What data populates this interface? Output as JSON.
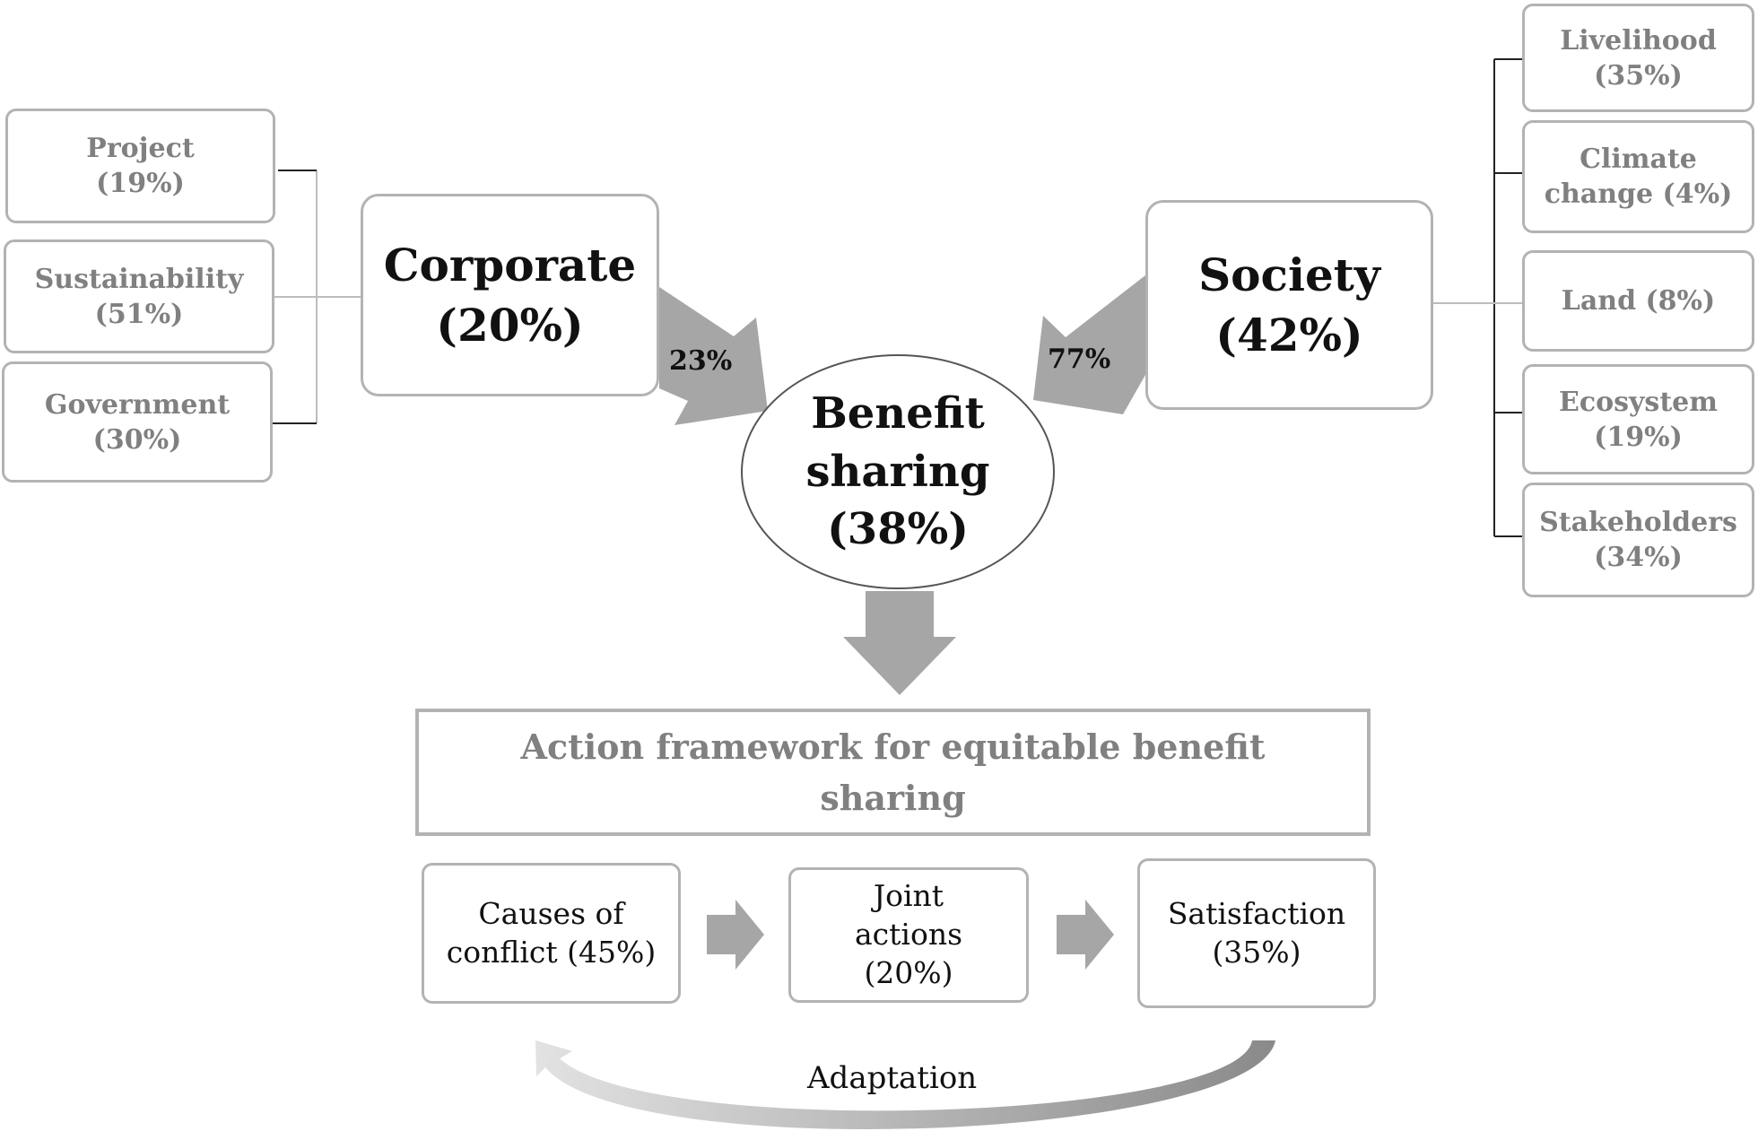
{
  "left_factors": [
    {
      "name": "Project",
      "value": "(19%)"
    },
    {
      "name": "Sustainability",
      "value": "(51%)"
    },
    {
      "name": "Government",
      "value": "(30%)"
    }
  ],
  "right_factors": [
    {
      "lines": [
        "Livelihood",
        "(35%)"
      ]
    },
    {
      "lines": [
        "Climate",
        "change (4%)"
      ]
    },
    {
      "lines": [
        "Land (8%)"
      ]
    },
    {
      "lines": [
        "Ecosystem",
        "(19%)"
      ]
    },
    {
      "lines": [
        "Stakeholders",
        "(34%)"
      ]
    }
  ],
  "corporate": {
    "name": "Corporate",
    "value": "(20%)",
    "contribution": "23%"
  },
  "society": {
    "name": "Society",
    "value": "(42%)",
    "contribution": "77%"
  },
  "benefit_sharing": {
    "lines": [
      "Benefit",
      "sharing",
      "(38%)"
    ]
  },
  "framework": {
    "lines": [
      "Action framework  for equitable benefit",
      "sharing"
    ]
  },
  "steps": [
    {
      "lines": [
        "Causes of",
        "conflict (45%)"
      ]
    },
    {
      "lines": [
        "Joint",
        "actions",
        "(20%)"
      ]
    },
    {
      "lines": [
        "Satisfaction",
        "(35%)"
      ]
    }
  ],
  "loop_label": "Adaptation",
  "colors": {
    "arrow": "#a6a6a6",
    "box_border": "#b3b3b3",
    "side_text": "#808080"
  }
}
